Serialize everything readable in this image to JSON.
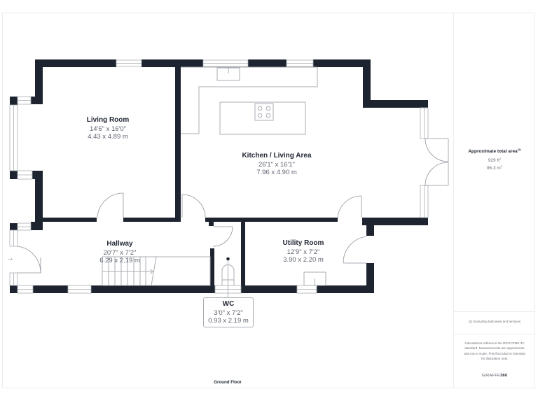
{
  "summary": {
    "title": "Approximate total area",
    "title_marker": "(1)",
    "area_ft": "929 ft",
    "area_ft_unit_sup": "2",
    "area_m": "86.3 m",
    "area_m_unit_sup": "2",
    "footnote": "(1) Excluding balconies and terraces",
    "disclaimer": "Calculations reference the RICS IPMS 3C standard. Measurements are approximate and not to scale. This floor plan is intended for illustration only.",
    "brand_prefix": "GIRAFFE",
    "brand_suffix": "360"
  },
  "floor": {
    "label": "Ground Floor"
  },
  "rooms": [
    {
      "name": "Living Room",
      "imperial": "14'6\" x 16'0\"",
      "metric": "4.43 x 4.89 m"
    },
    {
      "name": "Kitchen / Living Area",
      "imperial": "26'1\" x 16'1\"",
      "metric": "7.96 x 4.90 m"
    },
    {
      "name": "Hallway",
      "imperial": "20'7\" x 7'2\"",
      "metric": "6.29 x 2.19 m"
    },
    {
      "name": "Utility Room",
      "imperial": "12'9\" x 7'2\"",
      "metric": "3.90 x 2.20 m"
    },
    {
      "name": "WC",
      "imperial": "3'0\" x 7'2\"",
      "metric": "0.93 x 2.19 m"
    }
  ],
  "icons": {
    "entry": "→"
  },
  "colors": {
    "wall": "#1d2430",
    "fixture": "#a9adb3",
    "text": "#222834",
    "subtext": "#5f6470"
  }
}
